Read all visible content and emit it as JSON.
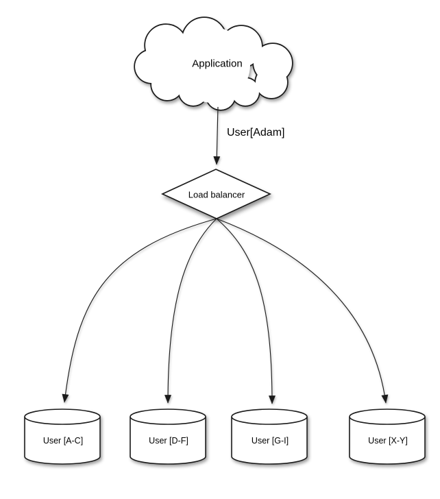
{
  "diagram": {
    "application": {
      "label": "Application",
      "shape": "cloud"
    },
    "edge_app_to_lb": {
      "label": "User[Adam]"
    },
    "load_balancer": {
      "label": "Load balancer",
      "shape": "diamond"
    },
    "shards": [
      {
        "label": "User [A-C]",
        "shape": "cylinder"
      },
      {
        "label": "User [D-F]",
        "shape": "cylinder"
      },
      {
        "label": "User [G-I]",
        "shape": "cylinder"
      },
      {
        "label": "User [X-Y]",
        "shape": "cylinder"
      }
    ],
    "colors": {
      "stroke": "#1b1b1b",
      "fill": "#ffffff",
      "background": "#ffffff",
      "text": "#000000"
    }
  }
}
